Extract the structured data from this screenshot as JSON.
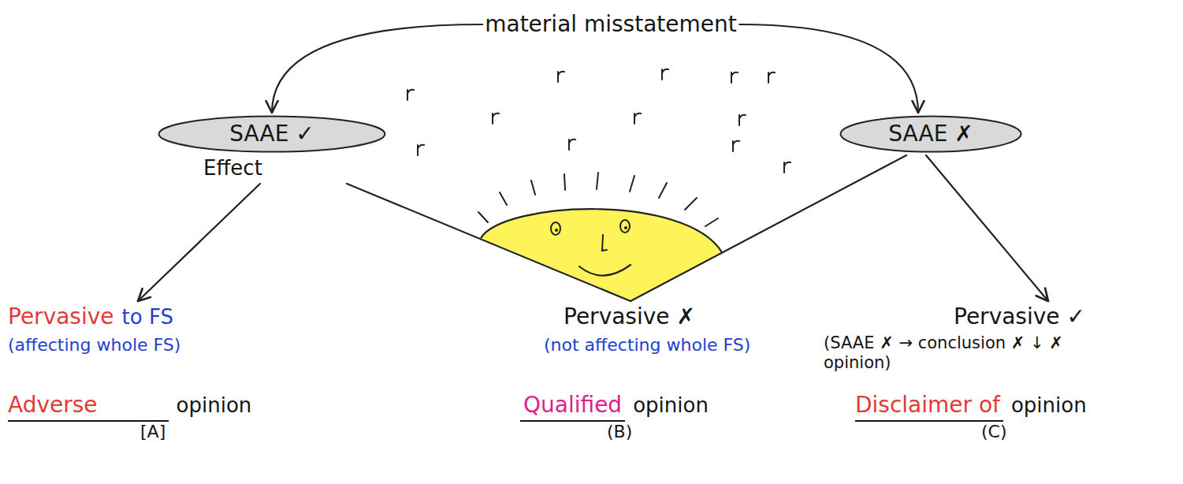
{
  "diagram": {
    "nodes": [
      {
        "text": [
          "material misstatement"
        ]
      },
      {
        "text": [
          "SAAE ✓",
          "Effect"
        ]
      },
      {
        "text": [
          "SAAE ✗"
        ]
      },
      {
        "text": [
          "Pervasive",
          "to FS",
          "(affecting whole FS)",
          "Adverse",
          "opinion",
          "[A]"
        ]
      },
      {
        "text": [
          "Pervasive ✗",
          "(not affecting whole FS)",
          "Qualified",
          "opinion",
          "(B)"
        ]
      },
      {
        "text": [
          "Pervasive ✓",
          "(SAAE ✗ → conclusion ✗ ↓ ✗ opinion)",
          "Disclaimer of",
          "opinion",
          "(C)"
        ]
      }
    ],
    "edges": [
      {
        "from": 0,
        "to": 1,
        "arrow": "to"
      },
      {
        "from": 0,
        "to": 2,
        "arrow": "to"
      },
      {
        "from": 1,
        "to": 3,
        "arrow": "to"
      },
      {
        "from": 1,
        "to": 4,
        "arrow": "none"
      },
      {
        "from": 2,
        "to": 4,
        "arrow": "none"
      },
      {
        "from": 2,
        "to": 5,
        "arrow": "to"
      }
    ]
  }
}
